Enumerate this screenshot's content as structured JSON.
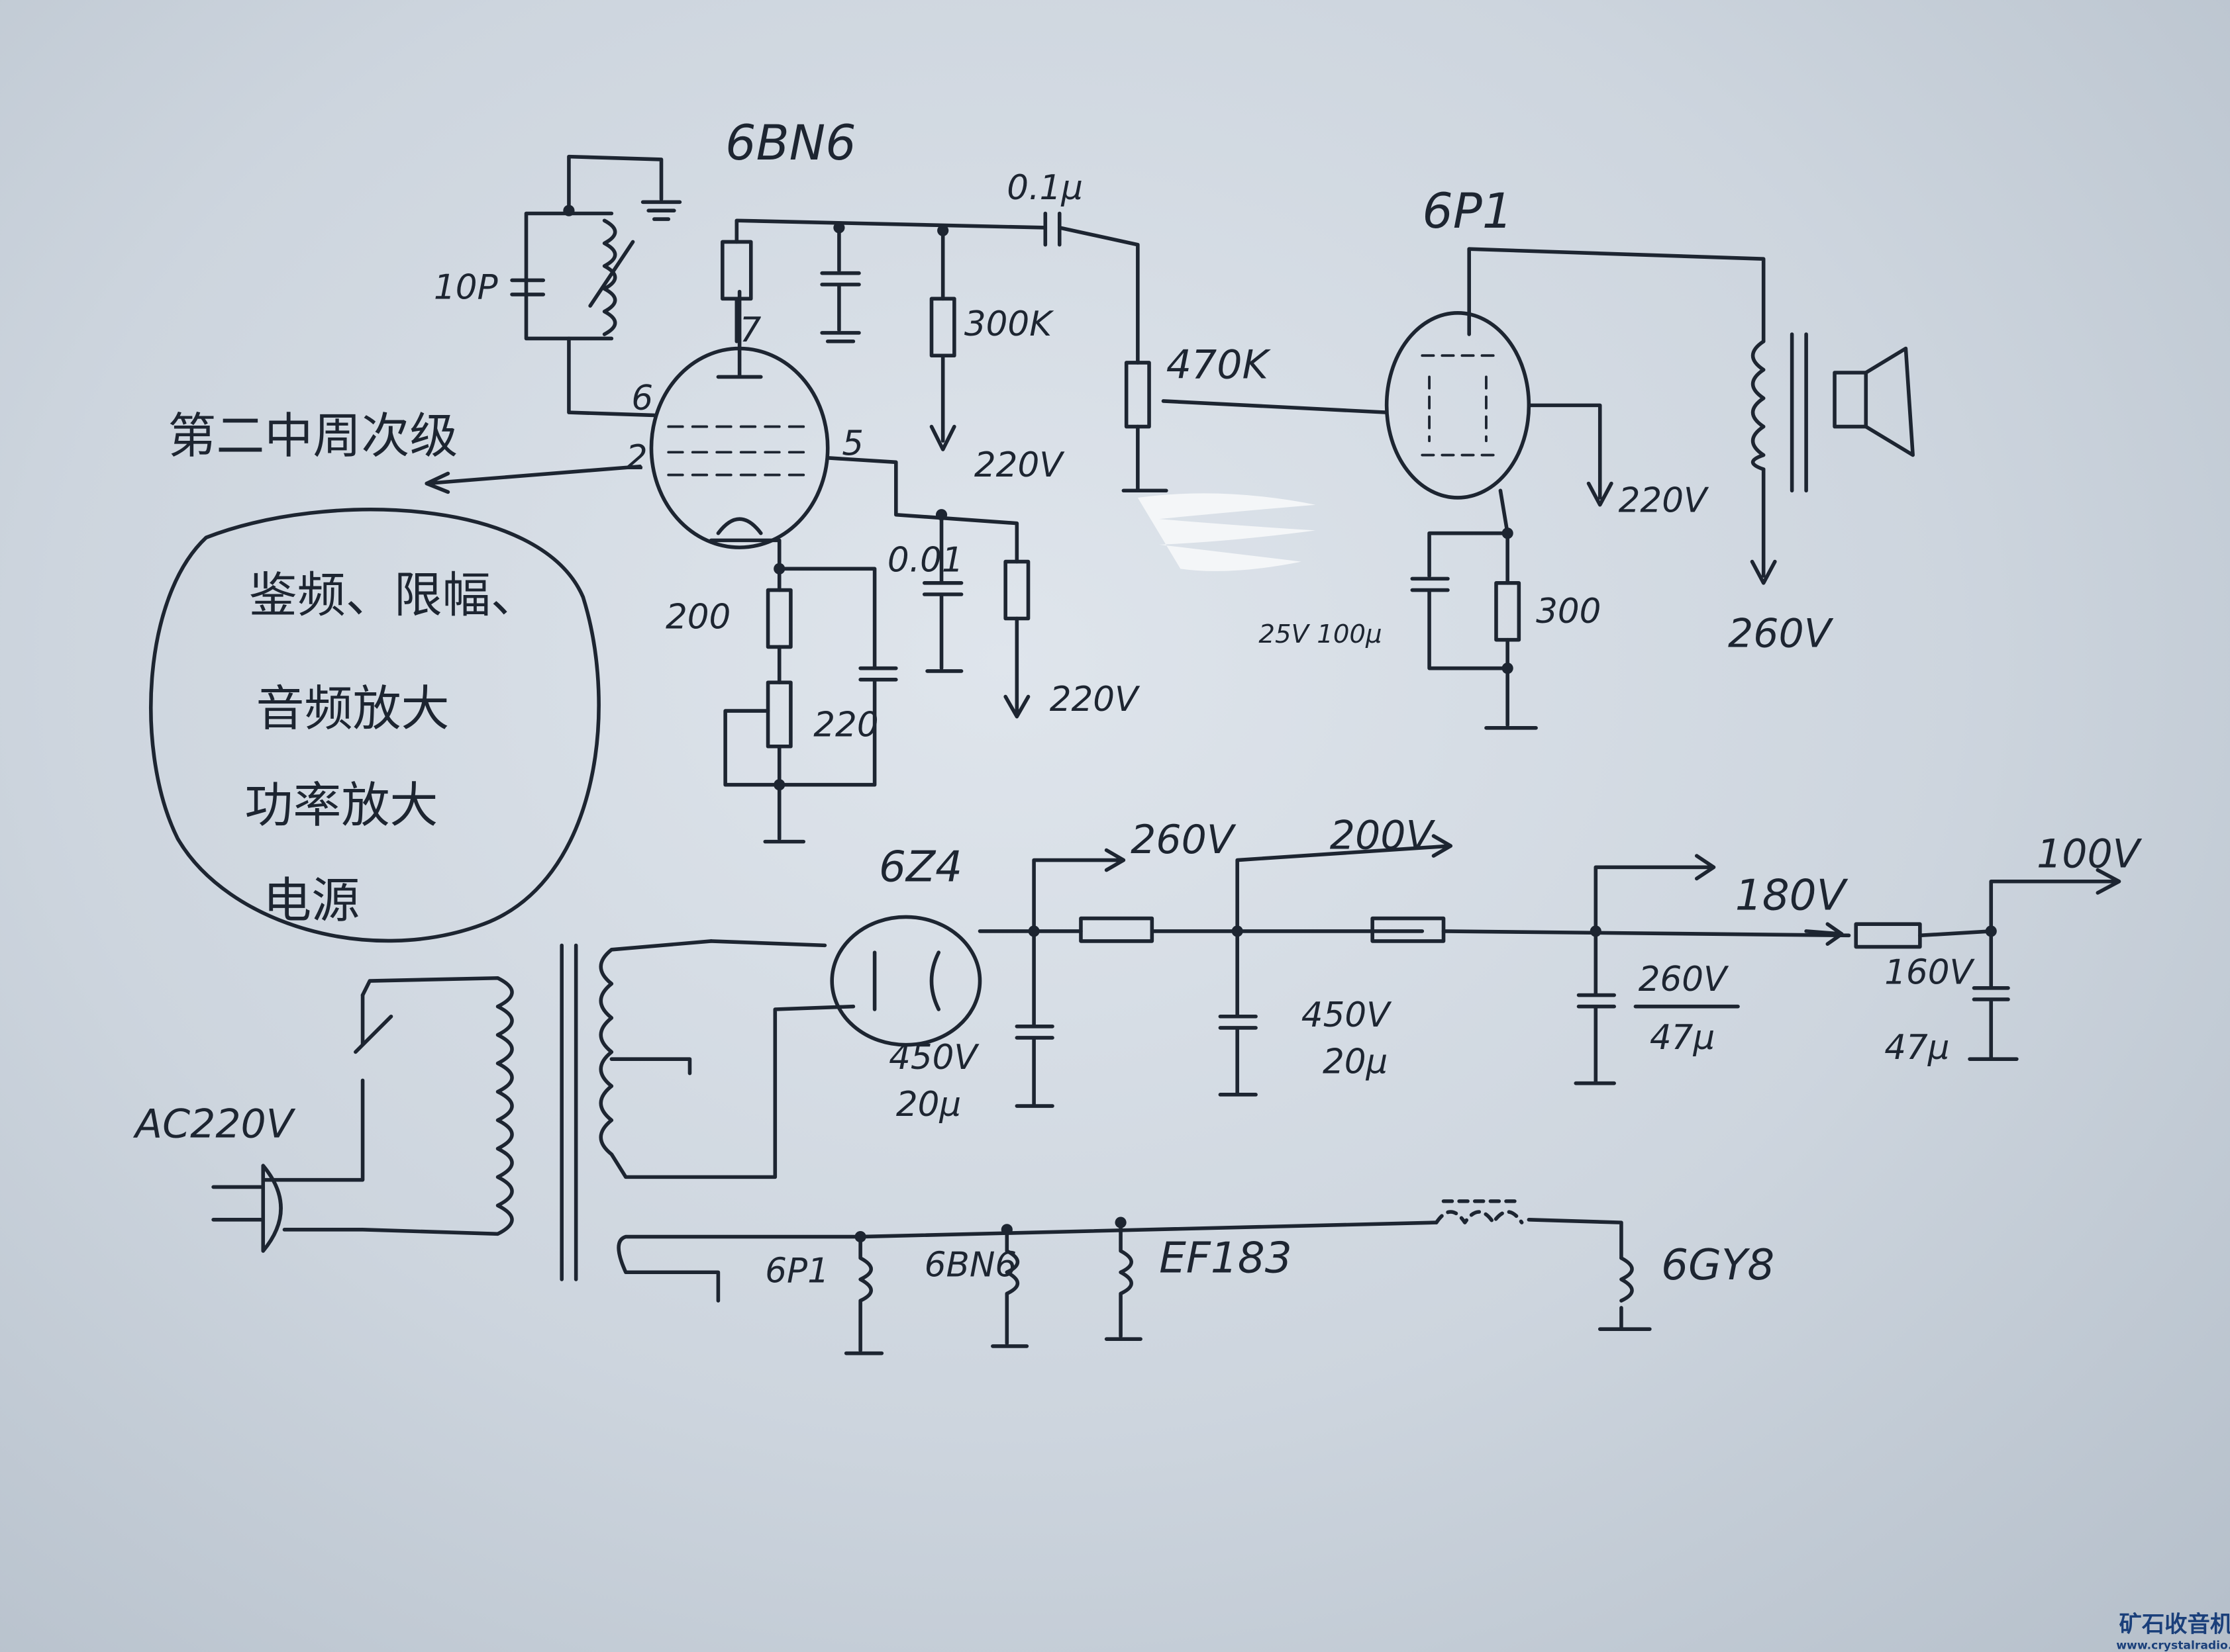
{
  "tubes": {
    "if_detector": "6BN6",
    "power": "6P1",
    "rectifier": "6Z4"
  },
  "labels": {
    "cap_top": "0.1μ",
    "cap_tuned": "10P",
    "r_plate": "300K",
    "pot": "470K",
    "v_plate": "220V",
    "pin2": "2",
    "pin5": "5",
    "pin6": "6",
    "pin7": "7",
    "input_label": "第二中周次级",
    "cap_001": "0.01",
    "v_screen": "220V",
    "r_cath": "200",
    "r_pot_cath": "220",
    "cap_cath_6p1": "25V 100μ",
    "r_cath_6p1": "300",
    "v_screen_6p1": "220V",
    "v_out": "260V"
  },
  "notes": [
    "鉴频、限幅、",
    "音频放大",
    "功率放大",
    "电源"
  ],
  "power": {
    "ac": "AC220V",
    "b260": "260V",
    "b200": "200V",
    "b180": "180V",
    "b100": "100V",
    "c1v": "450V",
    "c1c": "20μ",
    "c2v": "450V",
    "c2c": "20μ",
    "c3v": "260V",
    "c3c": "47μ",
    "c4v": "160V",
    "c4c": "47μ"
  },
  "heaters": [
    "6P1",
    "6BN6",
    "EF183",
    "6GY8"
  ],
  "watermark": {
    "title": "矿石收音机",
    "url": "www.crystalradio.cn",
    "color": "#1a3f7a"
  }
}
